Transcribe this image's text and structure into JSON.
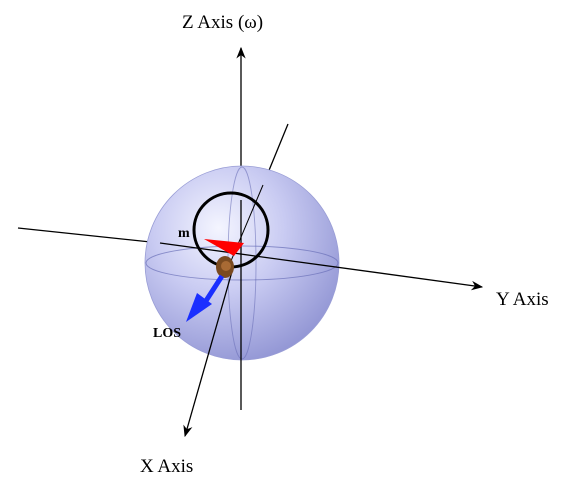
{
  "labels": {
    "z_axis": "Z Axis (ω)",
    "y_axis": "Y Axis",
    "x_axis": "X Axis",
    "m_marker": "m",
    "los": "LOS"
  },
  "colors": {
    "background": "#ffffff",
    "sphere_light": "#eef0ff",
    "sphere_mid": "#b9bcec",
    "sphere_dark": "#8b8fd0",
    "orbit_ring": "#000000",
    "m_vector": "#ff0000",
    "los_vector": "#1a2fff",
    "center_body": "#7a4a20",
    "axis_line": "#000000"
  },
  "icons": {
    "sphere": "celestial-sphere",
    "ring": "orbit-circle",
    "m_arrow": "red-arrow",
    "los_arrow": "blue-arrow",
    "center": "brown-body"
  }
}
